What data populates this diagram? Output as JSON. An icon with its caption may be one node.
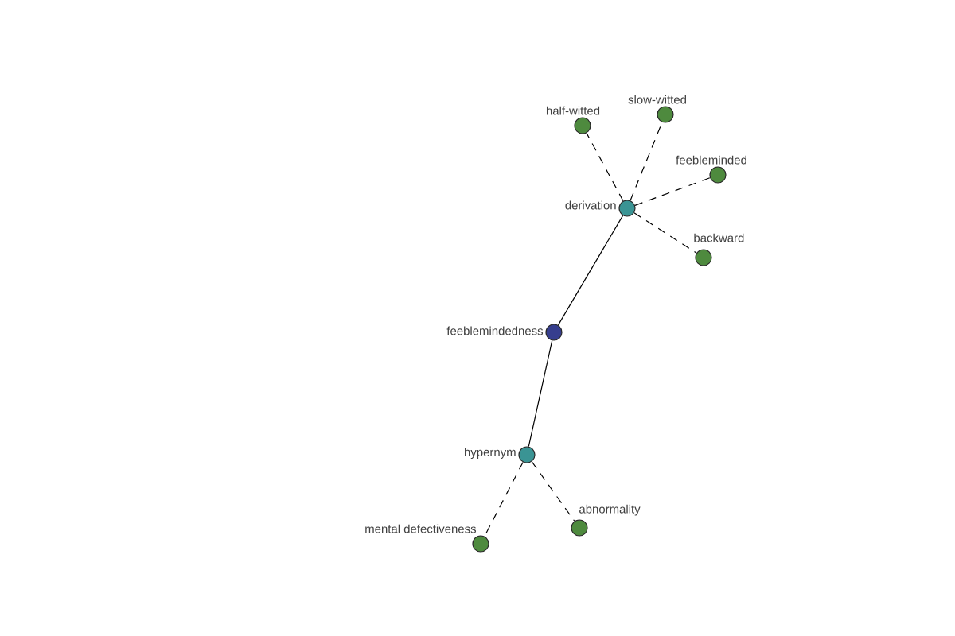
{
  "diagram": {
    "nodes": [
      {
        "text": [
          "half-witted"
        ]
      },
      {
        "text": [
          "slow-witted"
        ]
      },
      {
        "text": [
          "feebleminded"
        ]
      },
      {
        "text": [
          "derivation"
        ]
      },
      {
        "text": [
          "backward"
        ]
      },
      {
        "text": [
          "feeblemindedness"
        ]
      },
      {
        "text": [
          "hypernym"
        ]
      },
      {
        "text": [
          "mental defectiveness"
        ]
      },
      {
        "text": [
          "abnormality"
        ]
      }
    ],
    "edges": [
      {
        "from": 3,
        "to": 0,
        "arrow": "none",
        "style": "dashed"
      },
      {
        "from": 3,
        "to": 1,
        "arrow": "none",
        "style": "dashed"
      },
      {
        "from": 3,
        "to": 2,
        "arrow": "none",
        "style": "dashed"
      },
      {
        "from": 3,
        "to": 4,
        "arrow": "none",
        "style": "dashed"
      },
      {
        "from": 3,
        "to": 5,
        "arrow": "none"
      },
      {
        "from": 5,
        "to": 6,
        "arrow": "none"
      },
      {
        "from": 6,
        "to": 7,
        "arrow": "none",
        "style": "dashed"
      },
      {
        "from": 6,
        "to": 8,
        "arrow": "none",
        "style": "dashed"
      }
    ]
  }
}
